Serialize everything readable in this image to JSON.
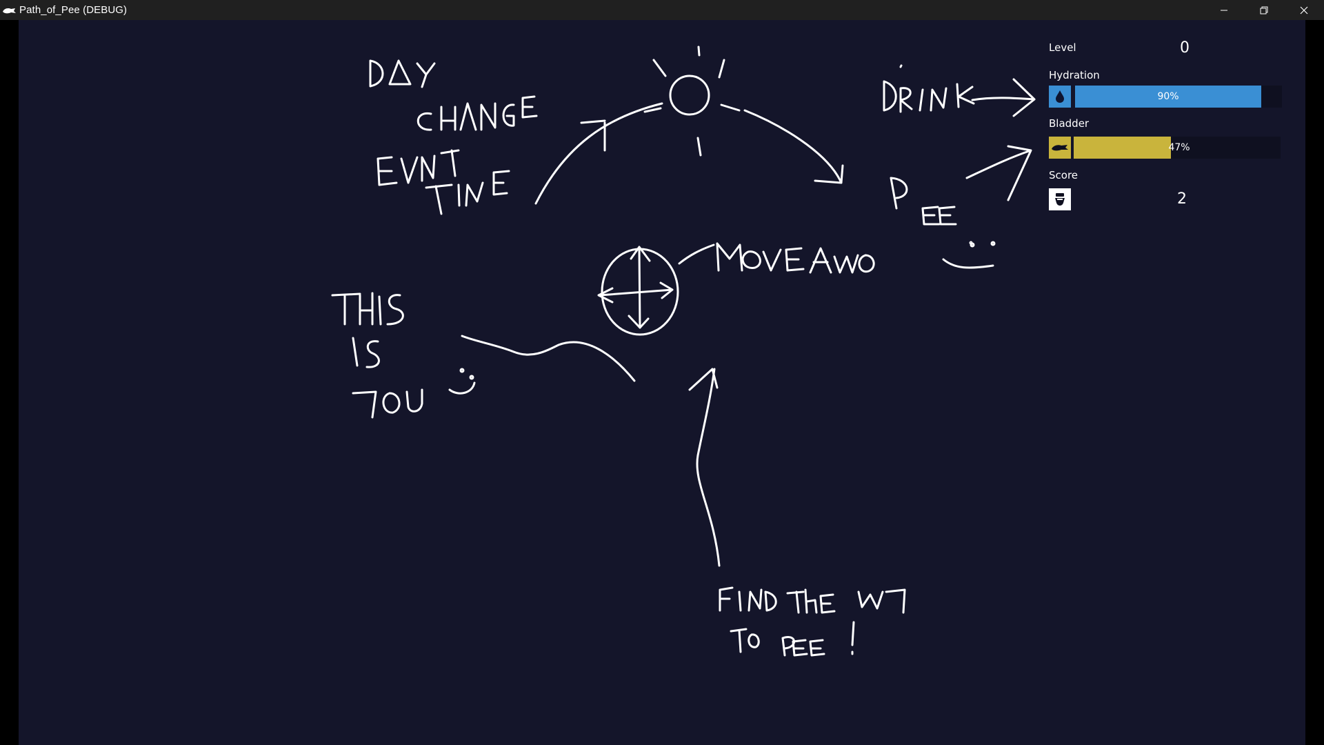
{
  "window": {
    "title": "Path_of_Pee (DEBUG)",
    "controls": [
      "minimize-icon",
      "restore-icon",
      "close-icon"
    ]
  },
  "hud": {
    "level_label": "Level",
    "level_value": "0",
    "hydration_label": "Hydration",
    "hydration_percent": 90,
    "hydration_text": "90%",
    "hydration_icon": "water-drop-icon",
    "bladder_label": "Bladder",
    "bladder_percent": 47,
    "bladder_text": "47%",
    "bladder_icon": "bladder-icon",
    "score_label": "Score",
    "score_value": "2",
    "score_icon": "toilet-icon"
  },
  "colors": {
    "background": "#14152a",
    "hydration_bar": "#3a8fd4",
    "bladder_bar": "#c9b43c",
    "titlebar": "#202020"
  },
  "scribbles": {
    "notes": [
      "DAY CHANGE EVRY TIME",
      "DRINK",
      "PEE",
      "THIS IS YOU",
      "MOVE AWO",
      "FIND THE WAY TO PEE!"
    ]
  }
}
